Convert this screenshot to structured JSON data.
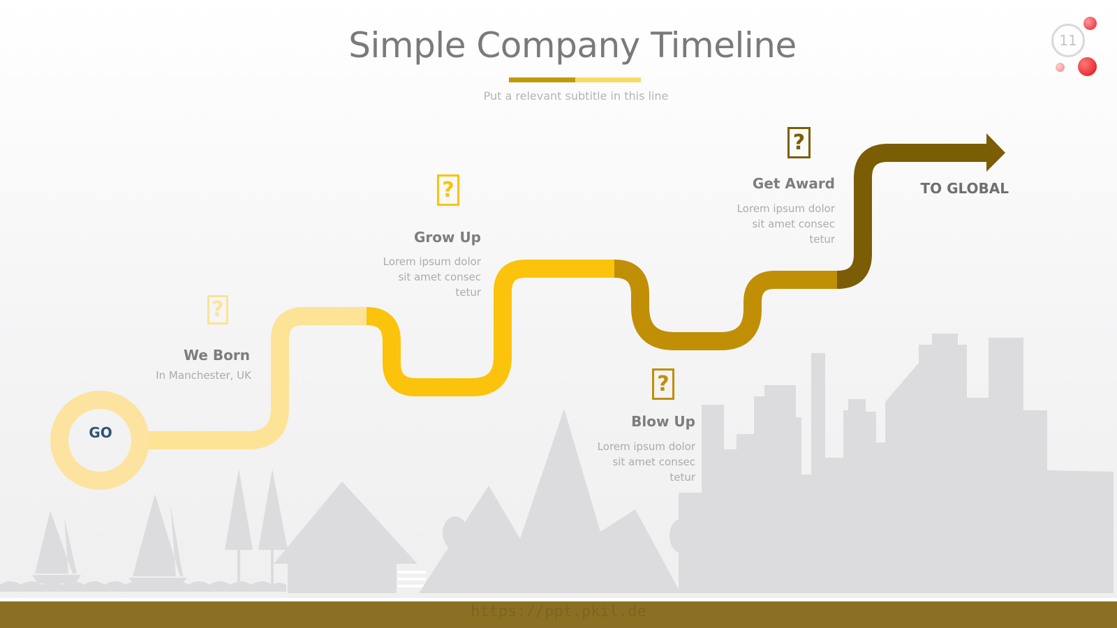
{
  "header": {
    "title": "Simple Company Timeline",
    "subtitle": "Put a relevant subtitle in this line",
    "page_number": "11",
    "underline_colors": [
      "#c09a08",
      "#fcd866"
    ]
  },
  "timeline": {
    "start_label": "GO",
    "end_label": "TO GLOBAL",
    "milestones": [
      {
        "title": "We Born",
        "text": "In Manchester, UK",
        "color": "#fce396",
        "icon": "question-mark-icon"
      },
      {
        "title": "Grow Up",
        "text": "Lorem ipsum dolor sit amet consec tetur",
        "color": "#fbc30b",
        "icon": "question-mark-icon"
      },
      {
        "title": "Blow Up",
        "text": "Lorem ipsum dolor sit amet consec tetur",
        "color": "#c08f06",
        "icon": "question-mark-icon"
      },
      {
        "title": "Get Award",
        "text": "Lorem ipsum dolor sit amet consec tetur",
        "color": "#7b5d05",
        "icon": "question-mark-icon"
      }
    ],
    "segment_colors": [
      "#fce396",
      "#fbc30b",
      "#c08f06",
      "#7b5d05"
    ]
  },
  "footer": {
    "watermark": "https://ppt.pkil.de",
    "bar_color": "#8b7024"
  }
}
